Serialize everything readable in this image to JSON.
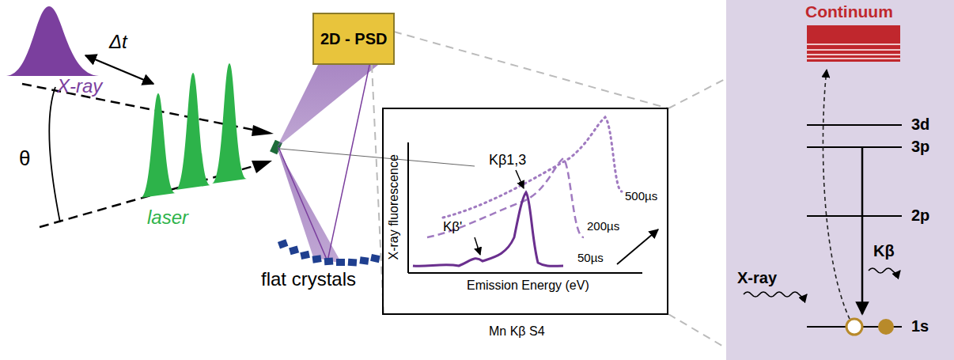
{
  "diagram": {
    "nodes": [
      {
        "text": [
          "2D - PSD"
        ]
      },
      {
        "text": [
          "Kβ'",
          "Kβ1,3",
          "X-ray fluorescence",
          "Emission Energy (eV)",
          "50µs",
          "200µs",
          "500µs"
        ]
      },
      {
        "text": [
          "Continuum"
        ]
      }
    ],
    "labels": [
      "X-ray",
      "Δt",
      "θ",
      "laser",
      "flat crystals",
      "Mn Kβ S4",
      "3d",
      "3p",
      "2p",
      "1s",
      "Kβ",
      "X-ray"
    ]
  }
}
